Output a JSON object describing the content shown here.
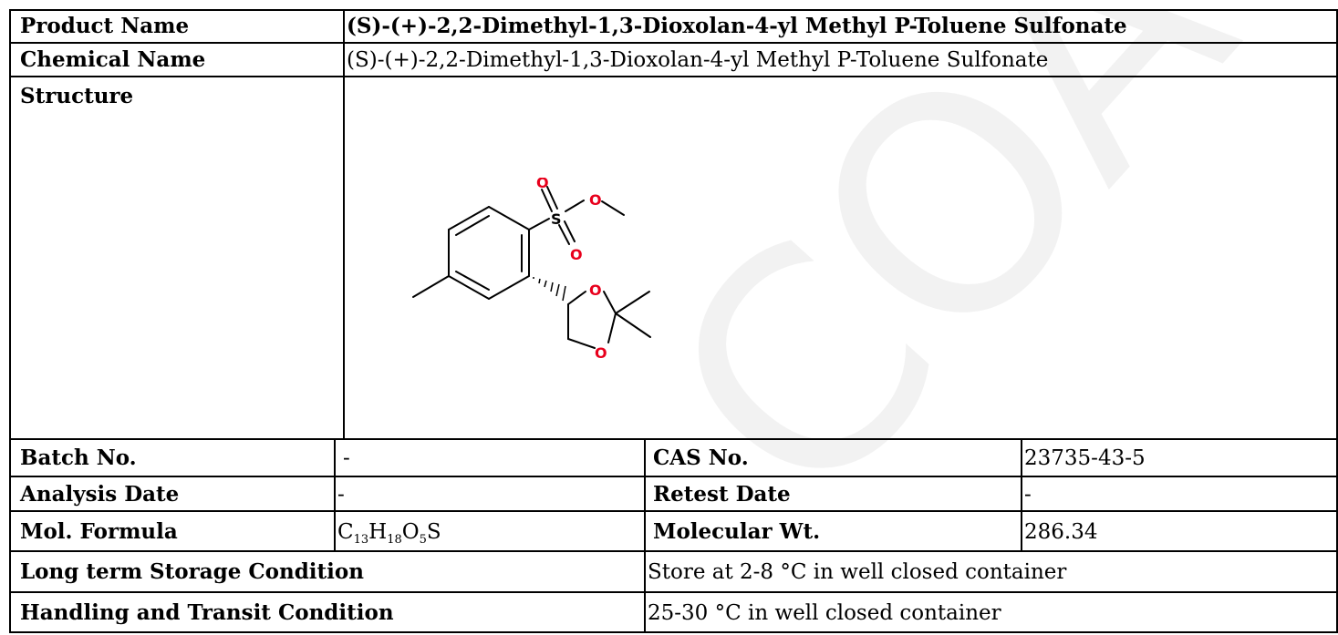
{
  "rows": {
    "product_name": {
      "label": "Product Name",
      "value": "(S)-(+)-2,2-Dimethyl-1,3-Dioxolan-4-yl Methyl P-Toluene Sulfonate"
    },
    "chemical_name": {
      "label": "Chemical Name",
      "value": "(S)-(+)-2,2-Dimethyl-1,3-Dioxolan-4-yl Methyl P-Toluene Sulfonate"
    },
    "structure": {
      "label": "Structure"
    },
    "batch_no": {
      "label": "Batch No.",
      "value": "-"
    },
    "cas_no": {
      "label": "CAS No.",
      "value": "23735-43-5"
    },
    "analysis_date": {
      "label": "Analysis Date",
      "value": "-"
    },
    "retest_date": {
      "label": "Retest Date",
      "value": "-"
    },
    "mol_formula": {
      "label": "Mol. Formula",
      "parts": {
        "c": "C",
        "c_n": "13",
        "h": "H",
        "h_n": "18",
        "o": "O",
        "o_n": "5",
        "s": "S"
      }
    },
    "molecular_wt": {
      "label": "Molecular Wt.",
      "value": "286.34"
    },
    "long_term_storage": {
      "label": "Long term Storage Condition",
      "value": "Store at 2-8 °C in well closed container"
    },
    "handling_transit": {
      "label": "Handling and Transit Condition",
      "value": "25-30 °C in well closed container"
    }
  },
  "structure_atoms": {
    "s": "S",
    "o": "O"
  },
  "watermark": {
    "text": "COA",
    "color": "#f2f2f2"
  },
  "colors": {
    "border": "#000000",
    "oxygen": "#e8001c",
    "bond": "#000000"
  }
}
